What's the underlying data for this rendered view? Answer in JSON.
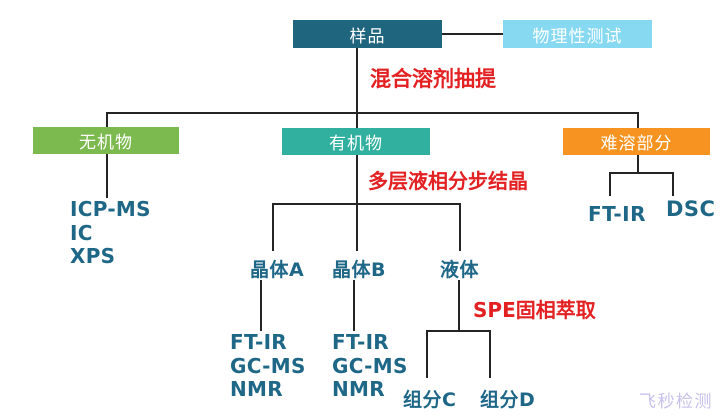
{
  "tree": {
    "sample": {
      "label": "样品",
      "color": "#20657E"
    },
    "physical_test": {
      "label": "物理性测试",
      "color": "#87D9F2"
    },
    "extraction_label": "混合溶剂抽提",
    "inorganic": {
      "label": "无机物",
      "color": "#7CB94E",
      "methods": [
        "ICP-MS",
        "IC",
        "XPS"
      ]
    },
    "organic": {
      "label": "有机物",
      "color": "#31B0A0"
    },
    "insoluble": {
      "label": "难溶部分",
      "color": "#F79421",
      "methods": [
        "FT-IR",
        "DSC"
      ]
    },
    "crystallization_label": "多层液相分步结晶",
    "crystal_a": {
      "label": "晶体A",
      "methods": [
        "FT-IR",
        "GC-MS",
        "NMR"
      ]
    },
    "crystal_b": {
      "label": "晶体B",
      "methods": [
        "FT-IR",
        "GC-MS",
        "NMR"
      ]
    },
    "liquid": {
      "label": "液体"
    },
    "spe_label": "SPE固相萃取",
    "fraction_c": {
      "label": "组分C"
    },
    "fraction_d": {
      "label": "组分D"
    }
  },
  "watermark": "飞秒检测",
  "colors": {
    "annotation_red": "#E32022",
    "label_blue": "#1E6787",
    "line_black": "#242424",
    "watermark_purple": "#C7C1EB"
  }
}
